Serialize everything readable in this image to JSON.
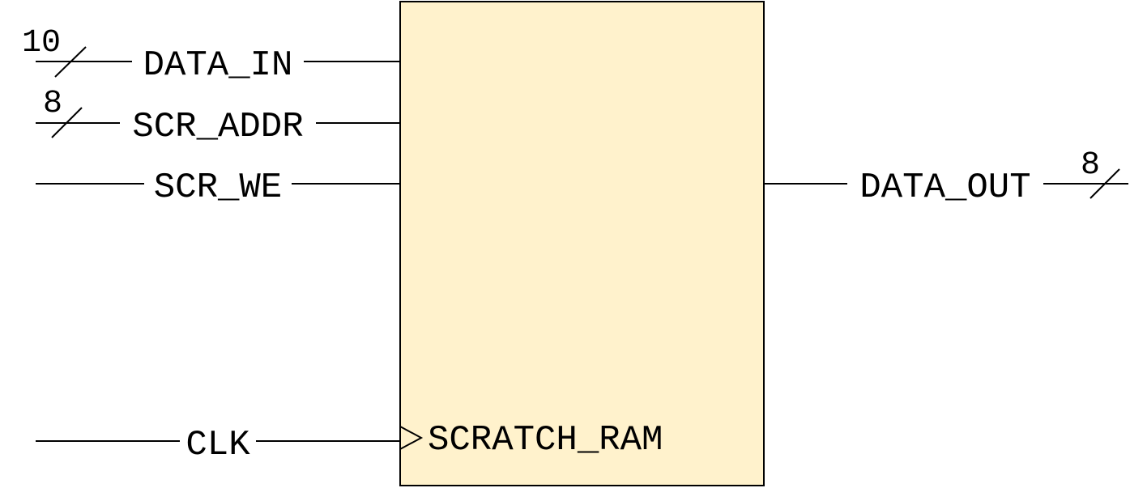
{
  "diagram": {
    "block": {
      "name": "SCRATCH_RAM",
      "fill_color": "#FFF2CC"
    },
    "inputs": [
      {
        "name": "DATA_IN",
        "width": "10"
      },
      {
        "name": "SCR_ADDR",
        "width": "8"
      },
      {
        "name": "SCR_WE",
        "width": ""
      },
      {
        "name": "CLK",
        "width": ""
      }
    ],
    "outputs": [
      {
        "name": "DATA_OUT",
        "width": "8"
      }
    ]
  }
}
